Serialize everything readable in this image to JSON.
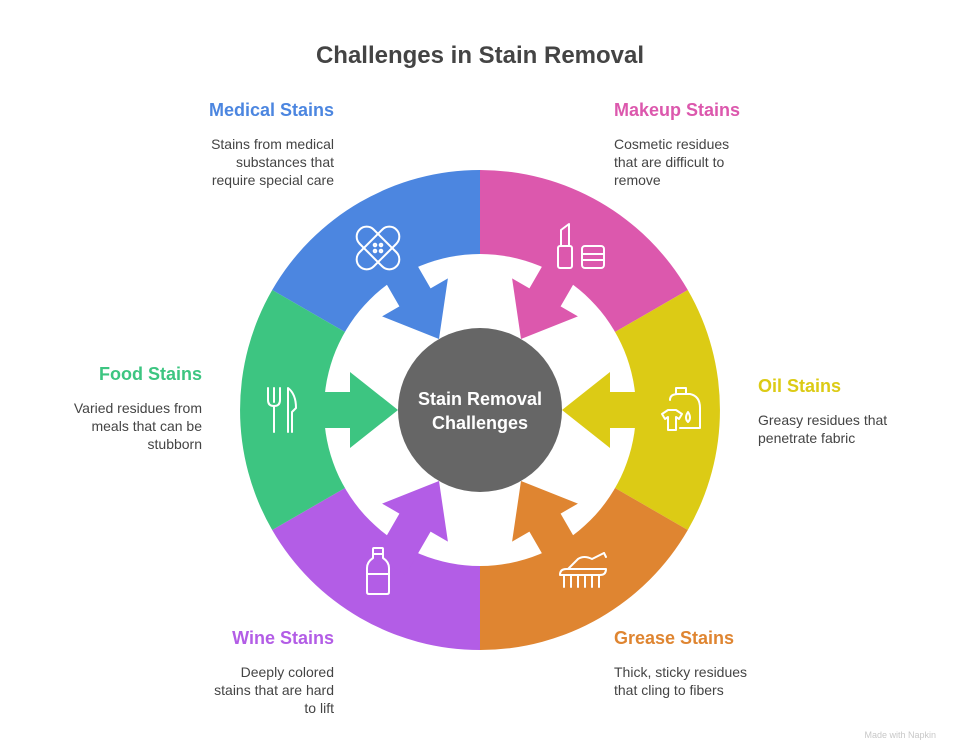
{
  "title": "Challenges in Stain Removal",
  "center": {
    "line1": "Stain Removal",
    "line2": "Challenges",
    "color": "#666666"
  },
  "segments": [
    {
      "id": "medical",
      "title": "Medical Stains",
      "color": "#4c86e0",
      "desc": [
        "Stains from medical",
        "substances that",
        "require special care"
      ],
      "icon": "bandage-icon"
    },
    {
      "id": "makeup",
      "title": "Makeup Stains",
      "color": "#dc58ad",
      "desc": [
        "Cosmetic residues",
        "that are difficult to",
        "remove"
      ],
      "icon": "lipstick-icon"
    },
    {
      "id": "oil",
      "title": "Oil Stains",
      "color": "#dccb15",
      "desc": [
        "Greasy residues that",
        "penetrate fabric"
      ],
      "icon": "detergent-icon"
    },
    {
      "id": "grease",
      "title": "Grease Stains",
      "color": "#df8531",
      "desc": [
        "Thick, sticky residues",
        "that cling to fibers"
      ],
      "icon": "scrub-brush-icon"
    },
    {
      "id": "wine",
      "title": "Wine Stains",
      "color": "#b35de6",
      "desc": [
        "Deeply colored",
        "stains that are hard",
        "to lift"
      ],
      "icon": "bottle-icon"
    },
    {
      "id": "food",
      "title": "Food Stains",
      "color": "#3dc581",
      "desc": [
        "Varied residues from",
        "meals that can be",
        "stubborn"
      ],
      "icon": "fork-knife-icon"
    }
  ],
  "watermark": "Made with Napkin"
}
